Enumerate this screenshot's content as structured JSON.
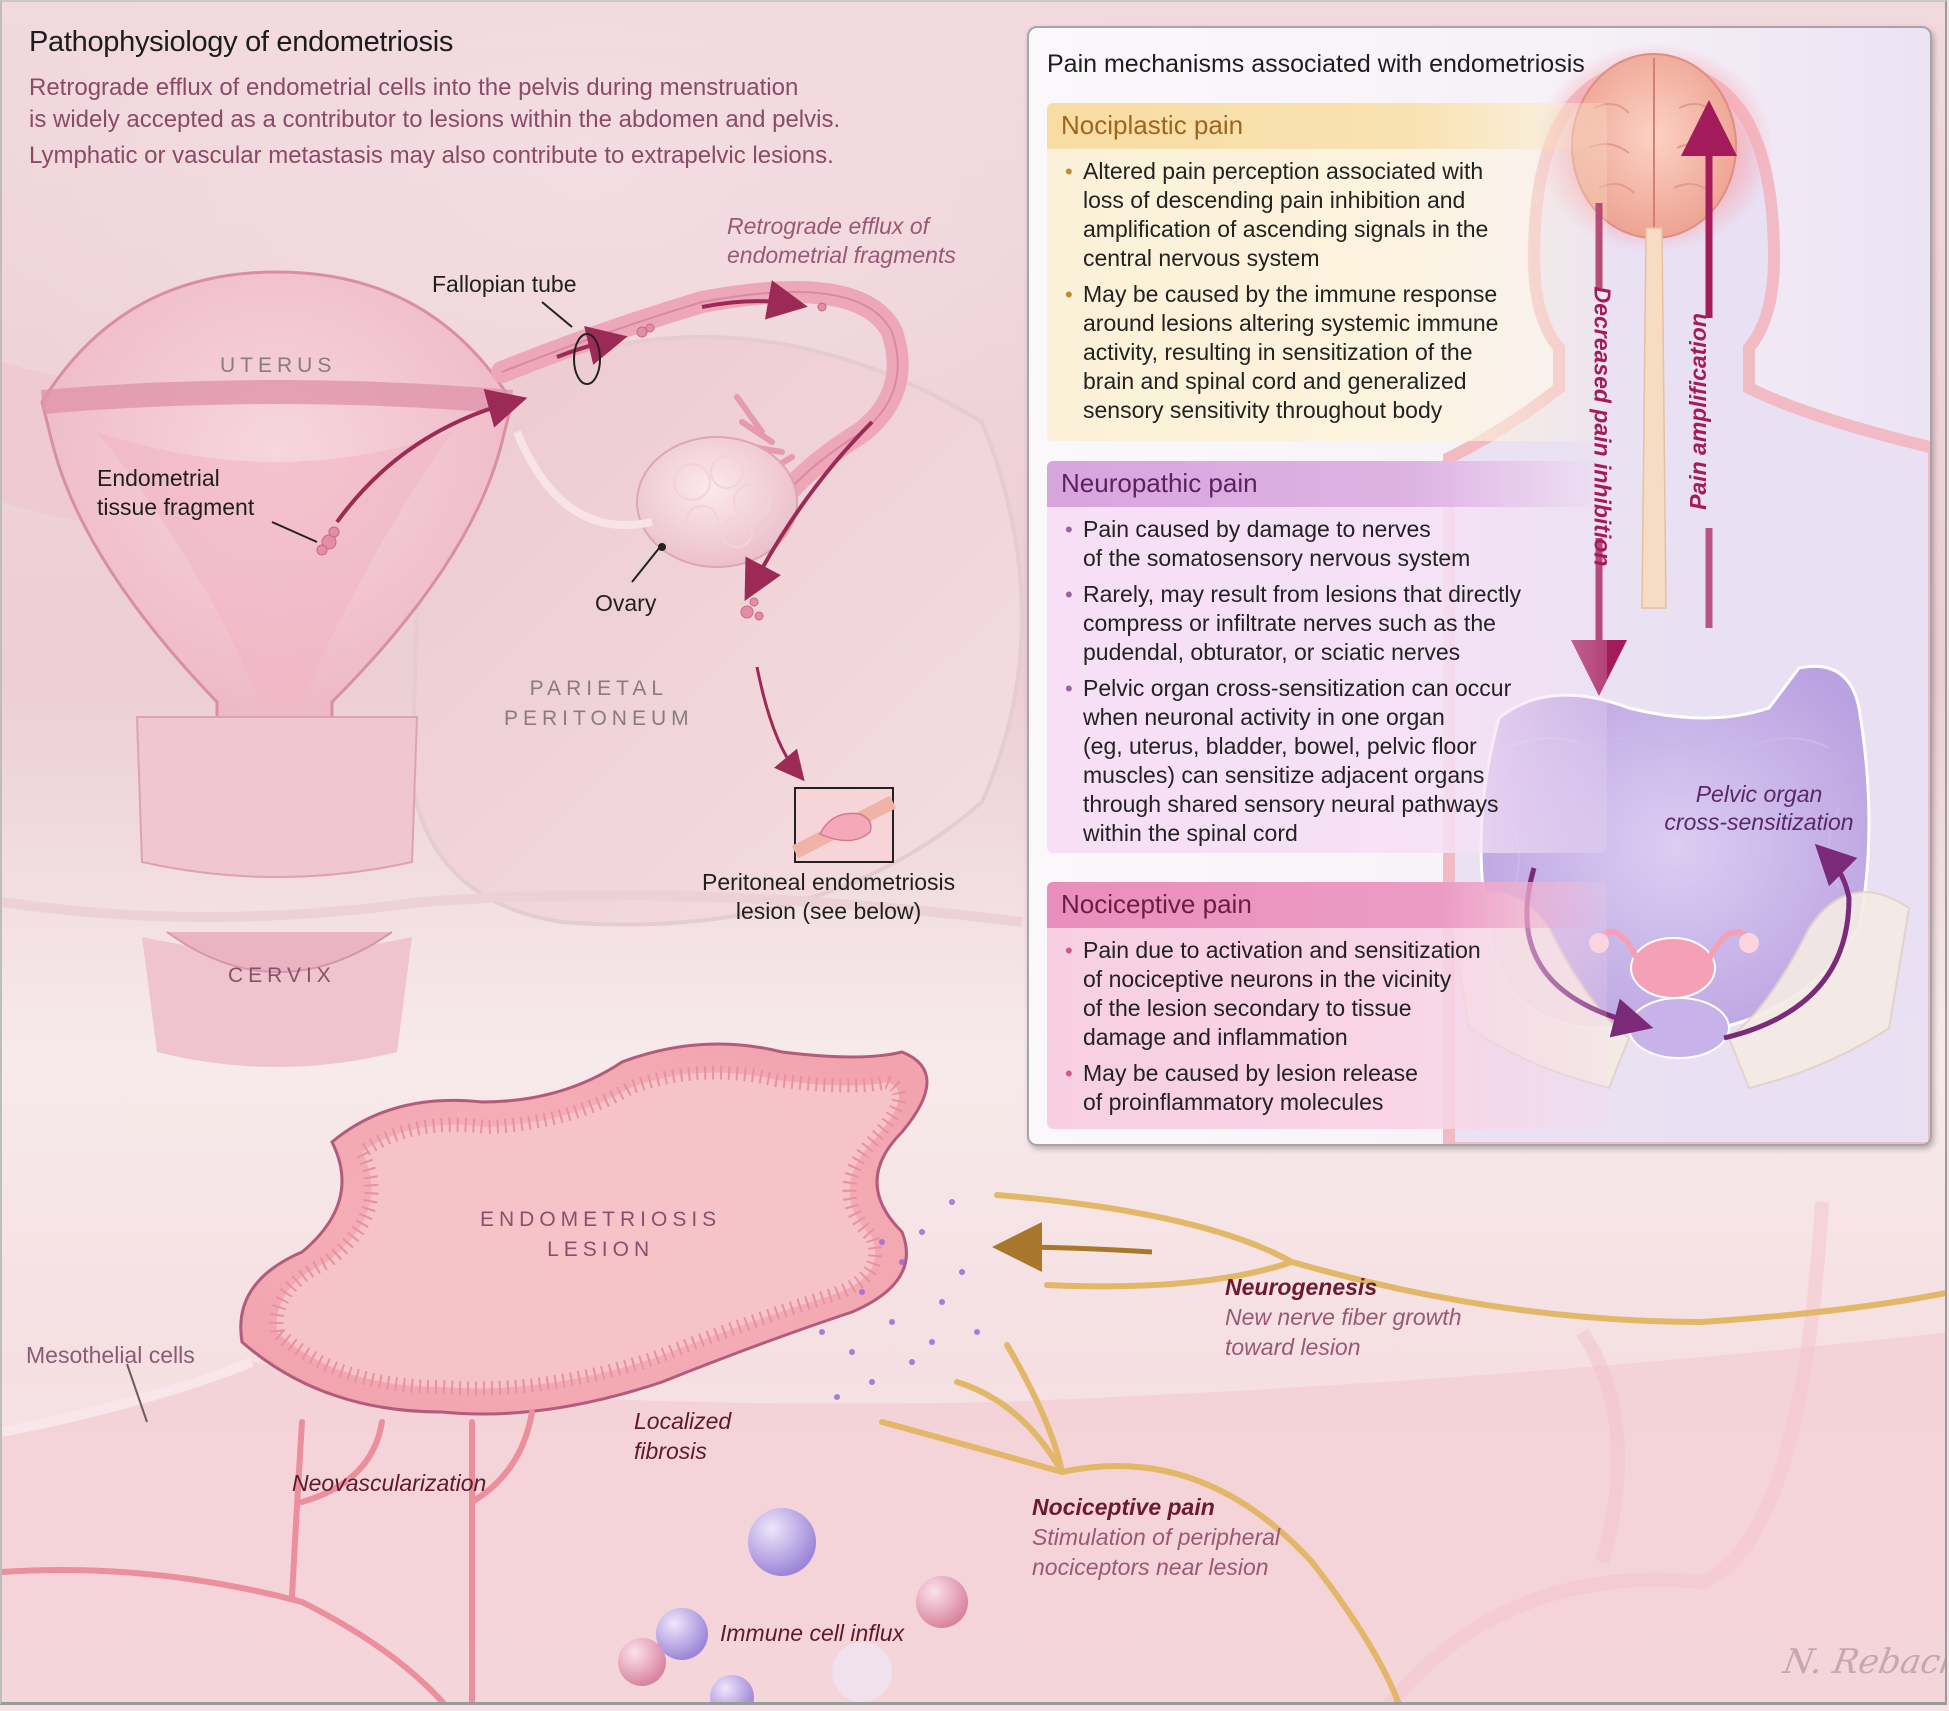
{
  "left": {
    "title": "Pathophysiology of endometriosis",
    "intro": [
      "Retrograde efflux of endometrial cells into the pelvis during menstruation",
      "is widely accepted as a contributor to lesions within the abdomen and pelvis.",
      "Lymphatic or vascular metastasis may also contribute to extrapelvic lesions."
    ],
    "labels": {
      "retrograde": [
        "Retrograde efflux of",
        "endometrial fragments"
      ],
      "fallopian_tube": "Fallopian tube",
      "uterus": "UTERUS",
      "endometrial_fragment": [
        "Endometrial",
        "tissue fragment"
      ],
      "ovary": "Ovary",
      "parietal_peritoneum": [
        "PARIETAL",
        "PERITONEUM"
      ],
      "peritoneal_lesion": [
        "Peritoneal endometriosis",
        "lesion (see below)"
      ],
      "cervix": "CERVIX"
    }
  },
  "lesion": {
    "lesion_label": [
      "ENDOMETRIOSIS",
      "LESION"
    ],
    "mesothelial": "Mesothelial cells",
    "neovascularization": "Neovascularization",
    "fibrosis": [
      "Localized",
      "fibrosis"
    ],
    "immune": "Immune cell influx",
    "neurogenesis": {
      "title": "Neurogenesis",
      "desc": [
        "New nerve fiber growth",
        "toward lesion"
      ]
    },
    "nociceptive": {
      "title": "Nociceptive pain",
      "desc": [
        "Stimulation of peripheral",
        "nociceptors near lesion"
      ]
    },
    "signature": "N. Reback"
  },
  "panel": {
    "title": "Pain mechanisms associated with endometriosis",
    "sections": [
      {
        "heading": "Nociplastic pain",
        "bullets": [
          "Altered pain perception associated with\nloss of descending pain inhibition and\namplification of ascending signals in the\ncentral nervous system",
          "May be caused by the immune response\naround lesions altering systemic immune\nactivity, resulting in sensitization of the\nbrain and spinal cord and generalized\nsensory sensitivity throughout body"
        ]
      },
      {
        "heading": "Neuropathic pain",
        "bullets": [
          "Pain caused by damage to nerves\nof the somatosensory nervous system",
          "Rarely, may result from lesions that directly\ncompress or infiltrate nerves such as the\npudendal, obturator, or sciatic nerves",
          "Pelvic organ cross-sensitization can occur\nwhen neuronal activity in one organ\n(eg, uterus, bladder, bowel, pelvic floor\nmuscles) can sensitize adjacent organs\nthrough shared sensory neural pathways\nwithin the spinal cord"
        ]
      },
      {
        "heading": "Nociceptive pain",
        "bullets": [
          "Pain due to activation and sensitization\nof nociceptive neurons in the vicinity\nof the lesion secondary to tissue\ndamage and inflammation",
          "May be caused by lesion release\nof proinflammatory molecules"
        ]
      }
    ],
    "arrows": {
      "down": "Decreased pain inhibition",
      "up": "Pain amplification"
    },
    "pelvic_label": [
      "Pelvic organ",
      "cross-sensitization"
    ],
    "bullet_glyph": "•"
  },
  "colors": {
    "nociplastic": "#f8dda2",
    "neuropathic": "#d7a5de",
    "nociceptive": "#e98ebc",
    "arrow": "#a31b5a",
    "nerve": "#e2b768"
  }
}
